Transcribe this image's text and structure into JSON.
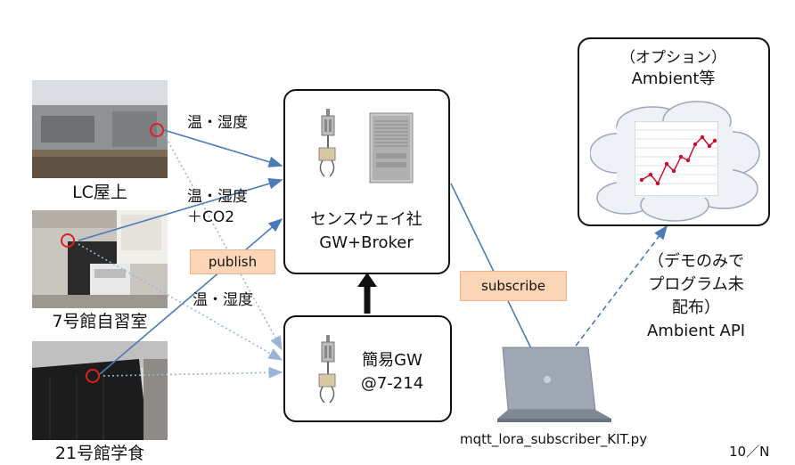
{
  "sensors": [
    {
      "location": "LC屋上"
    },
    {
      "location": "7号館自習室"
    },
    {
      "location": "21号館学食"
    }
  ],
  "edge_labels": {
    "temp_humidity_1": "温・湿度",
    "temp_humidity_co2_line1": "温・湿度",
    "temp_humidity_co2_line2": "＋CO2",
    "temp_humidity_3": "温・湿度"
  },
  "tags": {
    "publish": "publish",
    "subscribe": "subscribe"
  },
  "main_gateway": {
    "line1": "センスウェイ社",
    "line2": "GW+Broker"
  },
  "simple_gateway": {
    "line1": "簡易GW",
    "line2": "@7-214"
  },
  "ambient": {
    "line1": "（オプション）",
    "line2": "Ambient等"
  },
  "demo_note": {
    "line1": "（デモのみで",
    "line2": "プログラム未",
    "line3": "配布）",
    "line4": "Ambient API"
  },
  "laptop_caption": "mqtt_lora_subscriber_KIT.py",
  "page_number": "10／N",
  "colors": {
    "arrow_blue": "#4a7ab8",
    "dotted_blue": "#9ab5d8",
    "tag_fill": "#fbd5b5",
    "marker_red": "#e02020",
    "chart_red": "#c8102e",
    "laptop_gray": "#9ea7b3"
  },
  "icons": [
    "antenna-icon",
    "server-icon",
    "cloud-icon",
    "laptop-icon",
    "line-chart-icon"
  ]
}
